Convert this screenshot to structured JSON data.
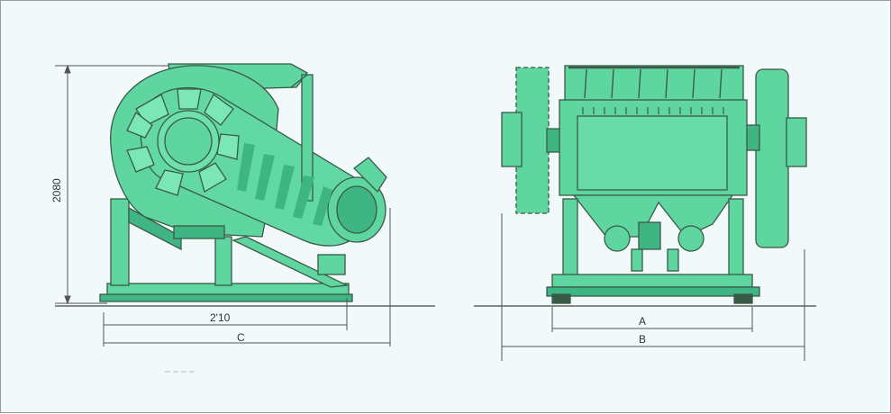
{
  "colors": {
    "machine_fill": "#5fd6a0",
    "machine_dark": "#3fb584",
    "outline": "#3a5a48",
    "dim_line": "#555555",
    "background": "#f2f9fa"
  },
  "drawing": {
    "side_view": {
      "height_label": "2080",
      "length_label": "2'10",
      "overall_label": "C"
    },
    "front_view": {
      "width_label_inner": "A",
      "width_label_outer": "B"
    }
  }
}
